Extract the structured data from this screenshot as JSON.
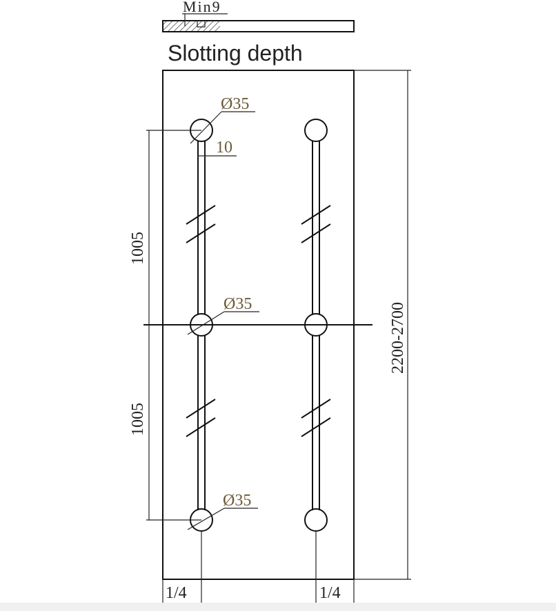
{
  "drawing": {
    "section_label": "Min9",
    "title": "Slotting depth",
    "hole_diameter_top": "Ø35",
    "hole_diameter_middle": "Ø35",
    "hole_diameter_bottom": "Ø35",
    "slot_width": "10",
    "spacing_upper": "1005",
    "spacing_lower": "1005",
    "overall_height": "2200-2700",
    "edge_offset_left": "1/4",
    "edge_offset_right": "1/4"
  }
}
